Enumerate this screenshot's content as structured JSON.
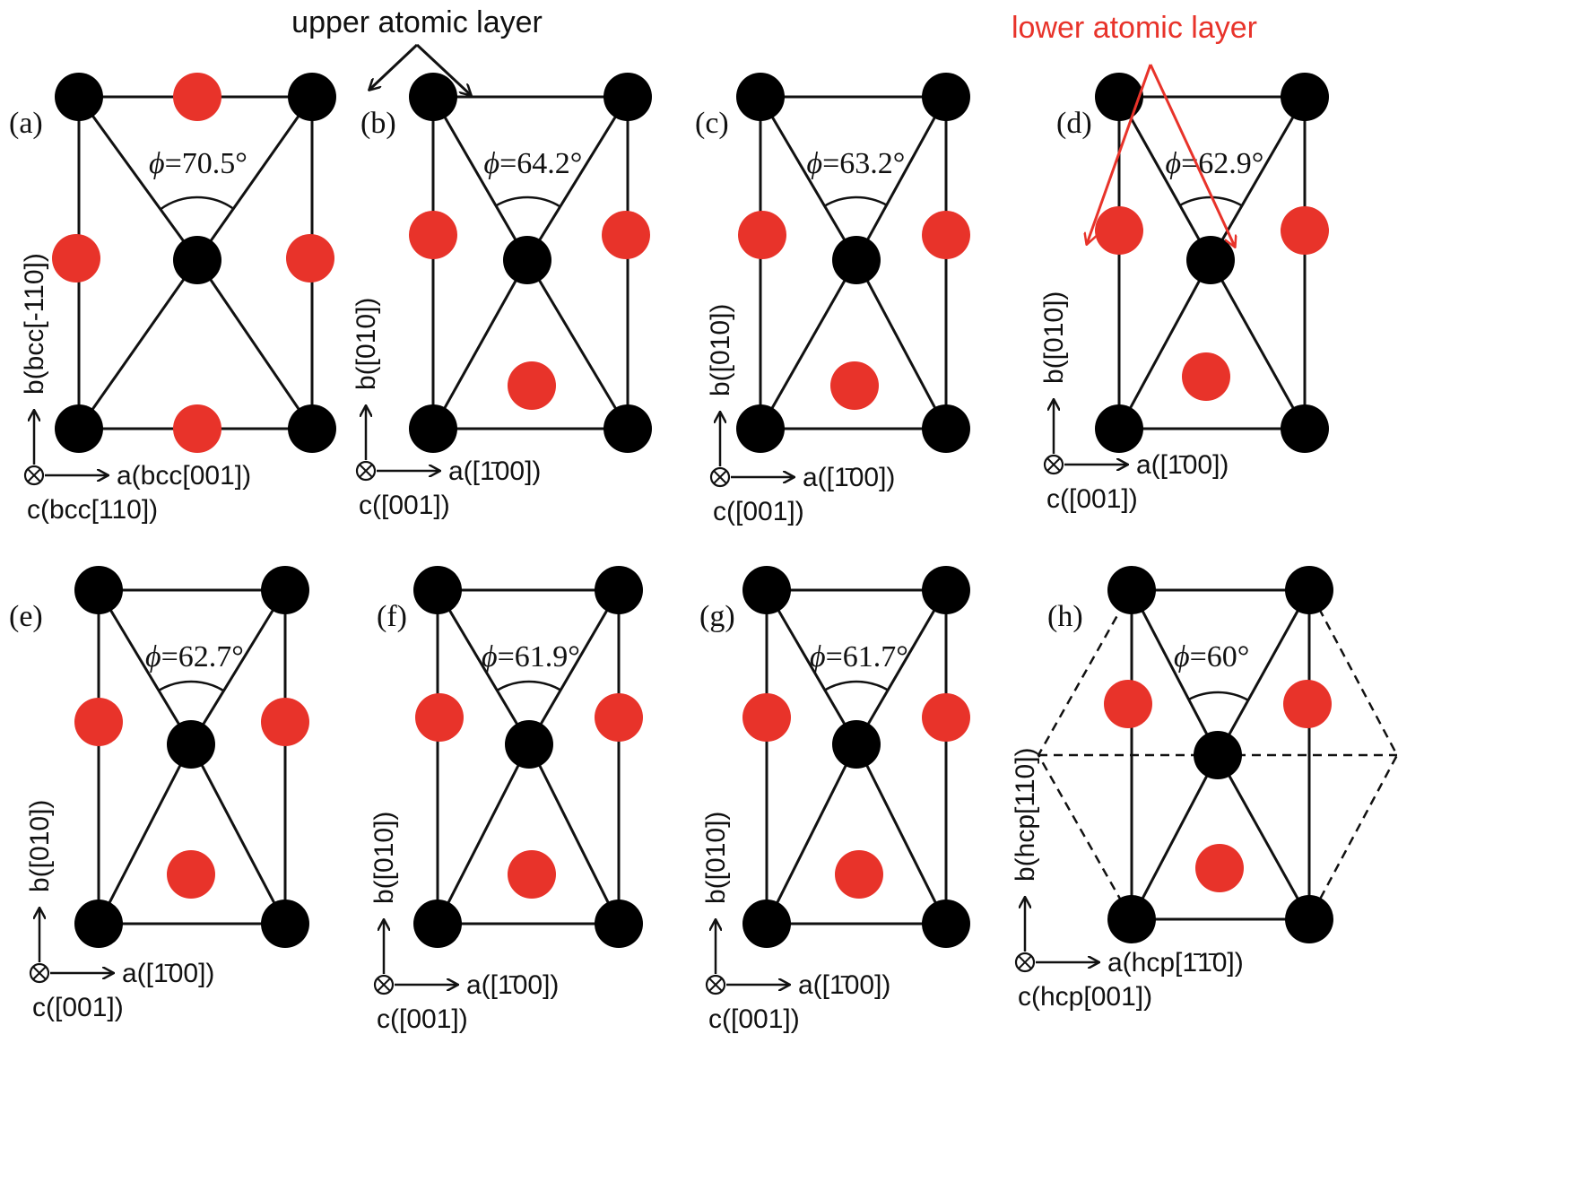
{
  "figure": {
    "callouts": {
      "upper": "upper atomic layer",
      "lower": "lower atomic layer"
    },
    "colors": {
      "upper_atom": "#000000",
      "lower_atom": "#e8332a",
      "line": "#111111",
      "lower_callout": "#e8332a"
    },
    "panels": [
      {
        "label": "(a)",
        "angle": "=70.5°",
        "x_axis": "a(bcc[001])",
        "y_axis": "b(bcc[-110])",
        "z_axis": "c(bcc[110])"
      },
      {
        "label": "(b)",
        "angle": "=64.2°",
        "x_axis": "a([1̄00])",
        "y_axis": "b([010])",
        "z_axis": "c([001])"
      },
      {
        "label": "(c)",
        "angle": "=63.2°",
        "x_axis": "a([1̄00])",
        "y_axis": "b([010])",
        "z_axis": "c([001])"
      },
      {
        "label": "(d)",
        "angle": "=62.9°",
        "x_axis": "a([1̄00])",
        "y_axis": "b([010])",
        "z_axis": "c([001])"
      },
      {
        "label": "(e)",
        "angle": "=62.7°",
        "x_axis": "a([1̄00])",
        "y_axis": "b([010])",
        "z_axis": "c([001])"
      },
      {
        "label": "(f)",
        "angle": "=61.9°",
        "x_axis": "a([1̄00])",
        "y_axis": "b([010])",
        "z_axis": "c([001])"
      },
      {
        "label": "(g)",
        "angle": "=61.7°",
        "x_axis": "a([1̄00])",
        "y_axis": "b([010])",
        "z_axis": "c([001])"
      },
      {
        "label": "(h)",
        "angle": "=60°",
        "x_axis": "a(hcp[1̄1̄0])",
        "y_axis": "b(hcp[110])",
        "z_axis": "c(hcp[001])"
      }
    ]
  }
}
